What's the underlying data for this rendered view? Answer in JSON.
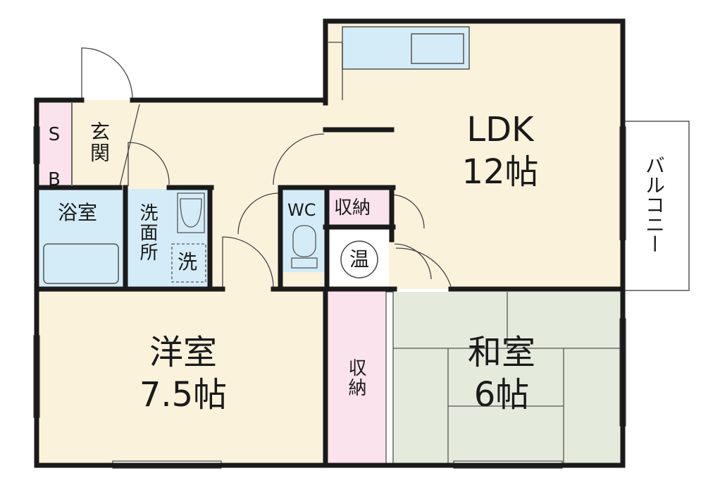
{
  "colors": {
    "wall": "#1a1a1a",
    "ldk_floor": "#fbf2dc",
    "entrance_floor": "#fbf2dc",
    "western_floor": "#fbf2dc",
    "tatami": "#e4ebdc",
    "water": "#d4ecf7",
    "storage": "#fbe3ee",
    "balcony": "#ffffff"
  },
  "rooms": {
    "ldk": {
      "name": "LDK",
      "size": "12帖"
    },
    "western": {
      "name": "洋室",
      "size": "7.5帖"
    },
    "japanese": {
      "name": "和室",
      "size": "6帖"
    },
    "entrance": {
      "name": "玄関"
    },
    "shoebox": {
      "name": "S B"
    },
    "bath": {
      "name": "浴室"
    },
    "washroom": {
      "name": "洗面所"
    },
    "washer": {
      "name": "洗"
    },
    "toilet": {
      "name": "WC"
    },
    "closet_ldk": {
      "name": "収納"
    },
    "closet_hall": {
      "name": "収納"
    },
    "water_heater": {
      "name": "温"
    },
    "balcony": {
      "name": "バルコニー"
    }
  }
}
